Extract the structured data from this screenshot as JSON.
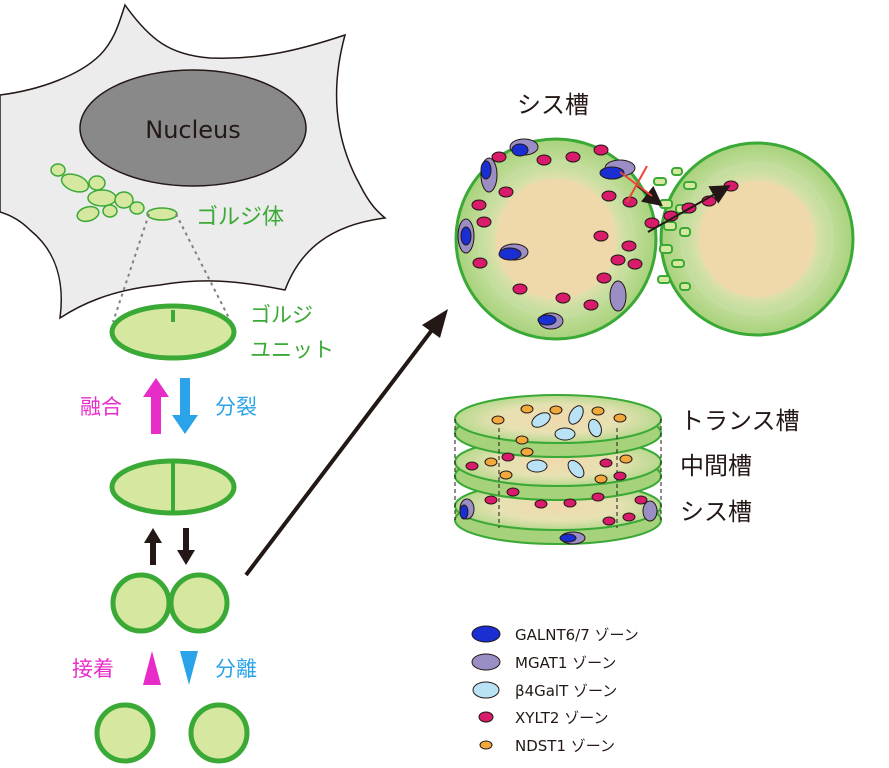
{
  "cell": {
    "nucleus_label": "Nucleus",
    "golgi_label": "ゴルジ体"
  },
  "unit": {
    "label_line1": "ゴルジ",
    "label_line2": "ユニット"
  },
  "process": {
    "fusion": "融合",
    "fission": "分裂",
    "attach": "接着",
    "separate": "分離"
  },
  "cisterna": {
    "cis_top": "シス槽",
    "trans": "トランス槽",
    "medial": "中間槽",
    "cis": "シス槽"
  },
  "legend": [
    {
      "label": "GALNT6/7 ゾーン",
      "color": "#1a2fd1",
      "icon": "blue-ellipse"
    },
    {
      "label": "MGAT1 ゾーン",
      "color": "#9b8ec4",
      "icon": "purple-ellipse"
    },
    {
      "label": "β4GalT ゾーン",
      "color": "#b9e3f5",
      "icon": "lightblue-ellipse"
    },
    {
      "label": "XYLT2 ゾーン",
      "color": "#d81b6a",
      "icon": "magenta-ellipse"
    },
    {
      "label": "NDST1 ゾーン",
      "color": "#f2a93b",
      "icon": "orange-ellipse"
    }
  ],
  "colors": {
    "green": "#3aa935",
    "green_fill": "#d6e8a0",
    "magenta": "#e82cc9",
    "blue": "#2aa3e8"
  }
}
